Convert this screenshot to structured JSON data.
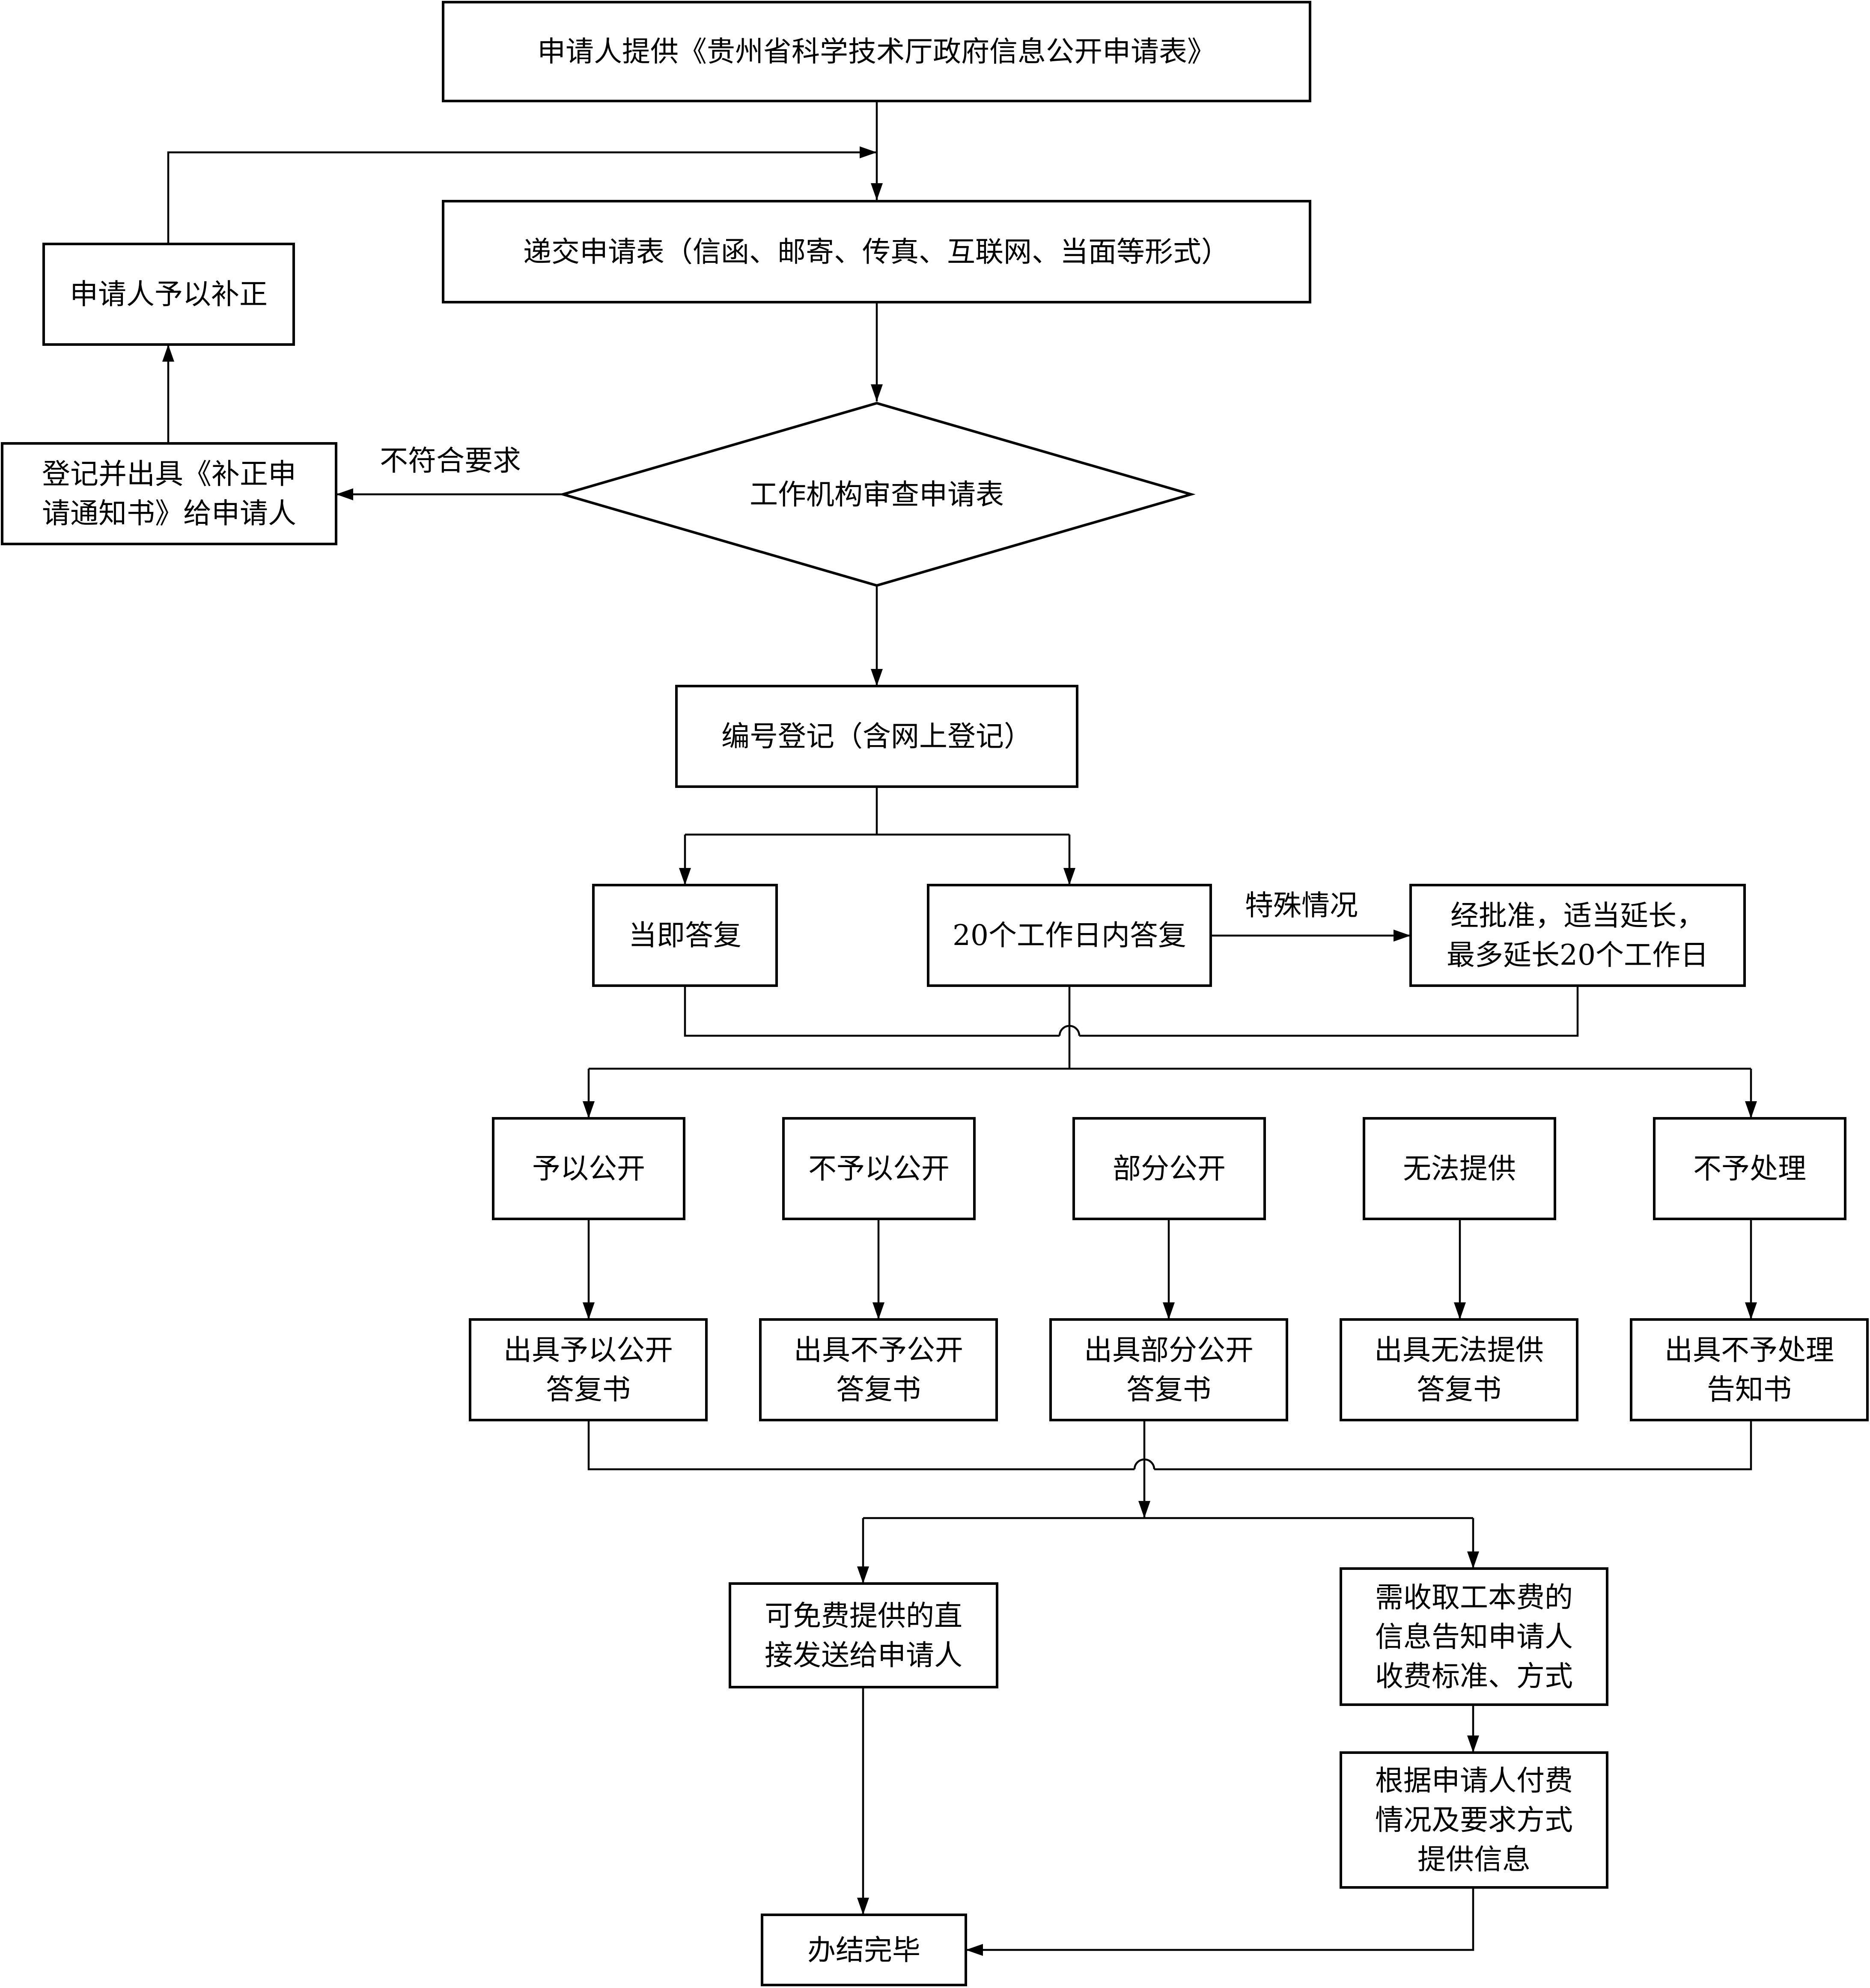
{
  "colors": {
    "stroke": "#000000",
    "background": "#ffffff",
    "text": "#000000"
  },
  "nodes": {
    "n1": {
      "lines": [
        "申请人提供《贵州省科学技术厅政府信息公开申请表》"
      ]
    },
    "n2": {
      "lines": [
        "递交申请表（信函、邮寄、传真、互联网、当面等形式）"
      ]
    },
    "n3": {
      "lines": [
        "工作机构审查申请表"
      ]
    },
    "n4": {
      "lines": [
        "登记并出具《补正申",
        "请通知书》给申请人"
      ]
    },
    "n5": {
      "lines": [
        "申请人予以补正"
      ]
    },
    "n6": {
      "lines": [
        "编号登记（含网上登记）"
      ]
    },
    "n7": {
      "lines": [
        "当即答复"
      ]
    },
    "n8": {
      "lines": [
        "20个工作日内答复"
      ]
    },
    "n9": {
      "lines": [
        "经批准，适当延长，",
        "最多延长20个工作日"
      ]
    },
    "n10": {
      "lines": [
        "予以公开"
      ]
    },
    "n11": {
      "lines": [
        "不予以公开"
      ]
    },
    "n12": {
      "lines": [
        "部分公开"
      ]
    },
    "n13": {
      "lines": [
        "无法提供"
      ]
    },
    "n14": {
      "lines": [
        "不予处理"
      ]
    },
    "n15": {
      "lines": [
        "出具予以公开",
        "答复书"
      ]
    },
    "n16": {
      "lines": [
        "出具不予公开",
        "答复书"
      ]
    },
    "n17": {
      "lines": [
        "出具部分公开",
        "答复书"
      ]
    },
    "n18": {
      "lines": [
        "出具无法提供",
        "答复书"
      ]
    },
    "n19": {
      "lines": [
        "出具不予处理",
        "告知书"
      ]
    },
    "n20": {
      "lines": [
        "可免费提供的直",
        "接发送给申请人"
      ]
    },
    "n21": {
      "lines": [
        "需收取工本费的",
        "信息告知申请人",
        "收费标准、方式"
      ]
    },
    "n22": {
      "lines": [
        "根据申请人付费",
        "情况及要求方式",
        "提供信息"
      ]
    },
    "n23": {
      "lines": [
        "办结完毕"
      ]
    }
  },
  "edge_labels": {
    "not_meet": "不符合要求",
    "special": "特殊情况"
  }
}
